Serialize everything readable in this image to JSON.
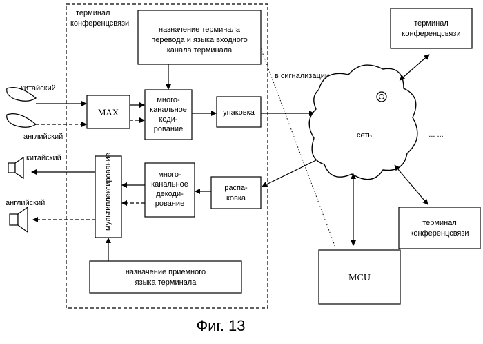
{
  "terminal_title": [
    "терминал",
    "конференцсвязи"
  ],
  "assign_translation": [
    "назначение терминала",
    "перевода и языка входного",
    "канала терминала"
  ],
  "signaling": "в сигнализации",
  "input_chinese": "китайский",
  "input_english": "английский",
  "mux": "MAX",
  "multi_encode": [
    "много-",
    "канальное",
    "коди-",
    "рование"
  ],
  "packing": "упаковка",
  "network": "сеть",
  "ellipsis": "... ...",
  "output_chinese": "китайский",
  "output_english": "английский",
  "demux": "мультиплексирование",
  "multi_decode": [
    "много-",
    "канальное",
    "декоди-",
    "рование"
  ],
  "unpacking": [
    "распа-",
    "ковка"
  ],
  "assign_receive": [
    "назначение приемного",
    "языка терминала"
  ],
  "remote_terminal_top": [
    "терминал",
    "конференцсвязи"
  ],
  "remote_terminal_right": [
    "терминал",
    "конференцсвязи"
  ],
  "mcu": "MCU",
  "caption": "Фиг. 13"
}
